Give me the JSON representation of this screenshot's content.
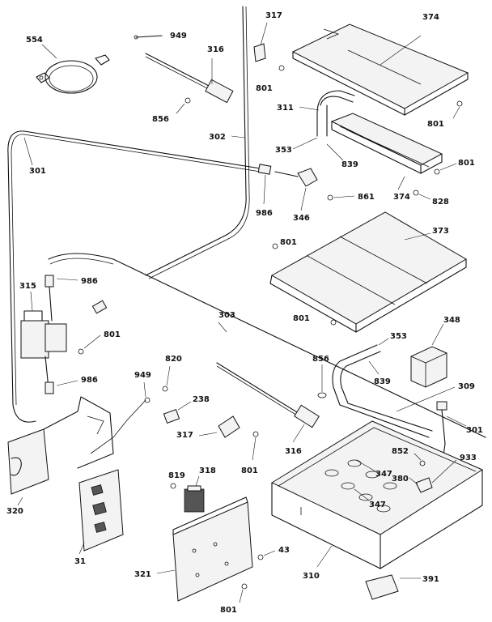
{
  "labels": {
    "l554": "554",
    "l949a": "949",
    "l317a": "317",
    "l374a": "374",
    "l316a": "316",
    "l801a": "801",
    "l311": "311",
    "l856a": "856",
    "l302": "302",
    "l801b": "801",
    "l301a": "301",
    "l353a": "353",
    "l839a": "839",
    "l801c": "801",
    "l374b": "374",
    "l828": "828",
    "l861": "861",
    "l986a": "986",
    "l346": "346",
    "l373": "373",
    "l801d": "801",
    "l315": "315",
    "l986b": "986",
    "l801e": "801",
    "l303": "303",
    "l353b": "353",
    "l348": "348",
    "l801f": "801",
    "l856b": "856",
    "l839b": "839",
    "l820": "820",
    "l309": "309",
    "l949b": "949",
    "l986c": "986",
    "l238": "238",
    "l301b": "301",
    "l317b": "317",
    "l852": "852",
    "l933": "933",
    "l316b": "316",
    "l819": "819",
    "l318": "318",
    "l801g": "801",
    "l380": "380",
    "l347a": "347",
    "l347b": "347",
    "l320": "320",
    "l31": "31",
    "l43": "43",
    "l321": "321",
    "l310": "310",
    "l391": "391",
    "l801h": "801"
  }
}
